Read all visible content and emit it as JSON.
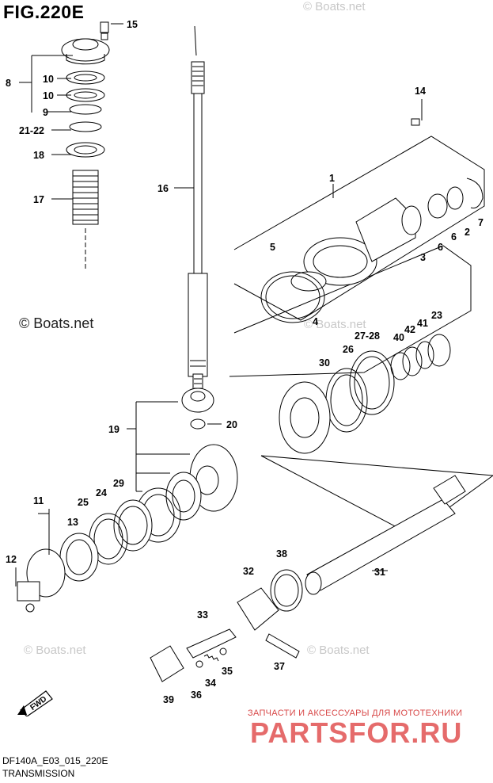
{
  "figure": {
    "title": "FIG.220E"
  },
  "watermarks": [
    "© Boats.net",
    "© Boats.net",
    "© Boats.net",
    "© Boats.net",
    "© Boats.net"
  ],
  "footer": {
    "code": "DF140A_E03_015_220E",
    "name": "TRANSMISSION"
  },
  "branding": {
    "tagline": "ЗАПЧАСТИ И АКСЕССУАРЫ ДЛЯ МОТОТЕХНИКИ",
    "logo": "PARTSFOR.RU"
  },
  "fwd_label": "FWD",
  "callouts": [
    "15",
    "8",
    "10",
    "10",
    "9",
    "21-22",
    "18",
    "17",
    "16",
    "14",
    "1",
    "7",
    "2",
    "6",
    "5",
    "3",
    "6",
    "4",
    "23",
    "41",
    "42",
    "40",
    "27-28",
    "26",
    "30",
    "19",
    "20",
    "11",
    "29",
    "24",
    "25",
    "13",
    "12",
    "38",
    "32",
    "31",
    "33",
    "37",
    "35",
    "34",
    "36",
    "39"
  ],
  "colors": {
    "line": "#000000",
    "watermark": "#c8c8c8",
    "brand_red": "#e56b6b"
  }
}
